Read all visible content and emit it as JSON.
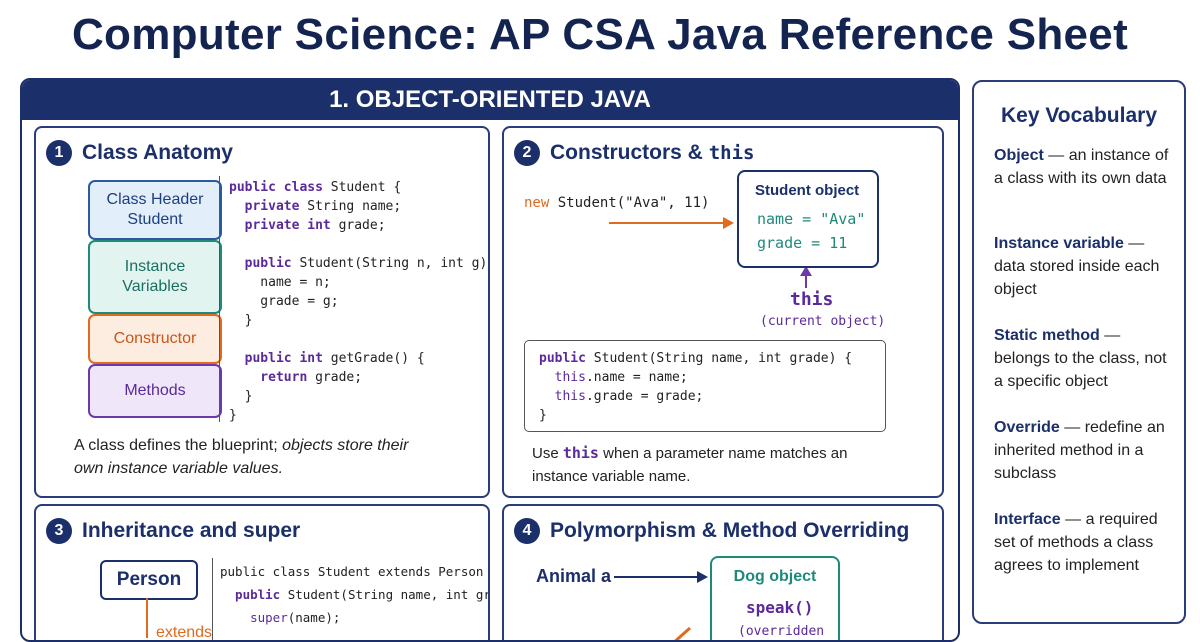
{
  "title": "Computer Science: AP CSA Java Reference Sheet",
  "section1": {
    "header": "1. OBJECT-ORIENTED JAVA",
    "panels": [
      {
        "number": "1",
        "title": "Class Anatomy",
        "boxes": {
          "class_header_line1": "Class Header",
          "class_header_line2": "Student",
          "instance_line1": "Instance",
          "instance_line2": "Variables",
          "constructor": "Constructor",
          "methods": "Methods"
        },
        "code": {
          "l1_kw": "public class",
          "l1_rest": " Student {",
          "l2_kw": "  private",
          "l2_rest": " String name;",
          "l3_kw": "  private int",
          "l3_rest": " grade;",
          "l4_kw": "  public",
          "l4_rest": " Student(String n, int g) {",
          "l5": "    name = n;",
          "l6": "    grade = g;",
          "l7": "  }",
          "l8_kw": "  public int",
          "l8_rest": " getGrade() {",
          "l9_kw": "    return",
          "l9_rest": " grade;",
          "l10": "  }",
          "l11": "}"
        },
        "caption_plain": "A class defines the blueprint;",
        "caption_italic_1": " objects store their",
        "caption_italic_2": "own instance variable values."
      },
      {
        "number": "2",
        "title": "Constructors & ",
        "title_code": "this",
        "call_kw": "new",
        "call_rest": " Student(\"Ava\", 11)",
        "object_title": "Student object",
        "object_line1": "name = \"Ava\"",
        "object_line2": "grade = 11",
        "this_label": "this",
        "this_note": "(current object)",
        "code": {
          "l1_kw": "public",
          "l1_rest": " Student(String name, int grade) {",
          "l2_kw": "  this",
          "l2_rest": ".name = name;",
          "l3_kw": "  this",
          "l3_rest": ".grade = grade;",
          "l4": "}"
        },
        "caption_1": "Use ",
        "caption_code": "this",
        "caption_2": " when a parameter name matches an",
        "caption_3": "instance variable name."
      },
      {
        "number": "3",
        "title": "Inheritance and super",
        "person_box": "Person",
        "extends_label": "extends",
        "code": {
          "l1": "public class Student extends Person {",
          "l2_kw": "  public",
          "l2_rest": " Student(String name, int grade) {",
          "l3_kw": "    super",
          "l3_rest": "(name);"
        }
      },
      {
        "number": "4",
        "title": "Polymorphism & Method Overriding",
        "ref_label": "Animal a",
        "object_title": "Dog object",
        "object_method": "speak()",
        "object_note": "(overridden"
      }
    ]
  },
  "vocab": {
    "title": "Key Vocabulary",
    "items": [
      {
        "term": "Object",
        "def": " — an instance of a class with its own data"
      },
      {
        "term": "Instance variable",
        "def": " — data stored inside each object"
      },
      {
        "term": "Static method",
        "def": " — belongs to the class, not a specific object"
      },
      {
        "term": "Override",
        "def": " — redefine an inherited method in a subclass"
      },
      {
        "term": "Interface",
        "def": " — a required set of methods a class agrees to implement"
      }
    ]
  },
  "colors": {
    "navy": "#1b2f6a",
    "blue_box": "#2c5aa0",
    "teal_box": "#1f8a7a",
    "orange_box": "#e06a1f",
    "purple_box": "#6a3aaa"
  }
}
